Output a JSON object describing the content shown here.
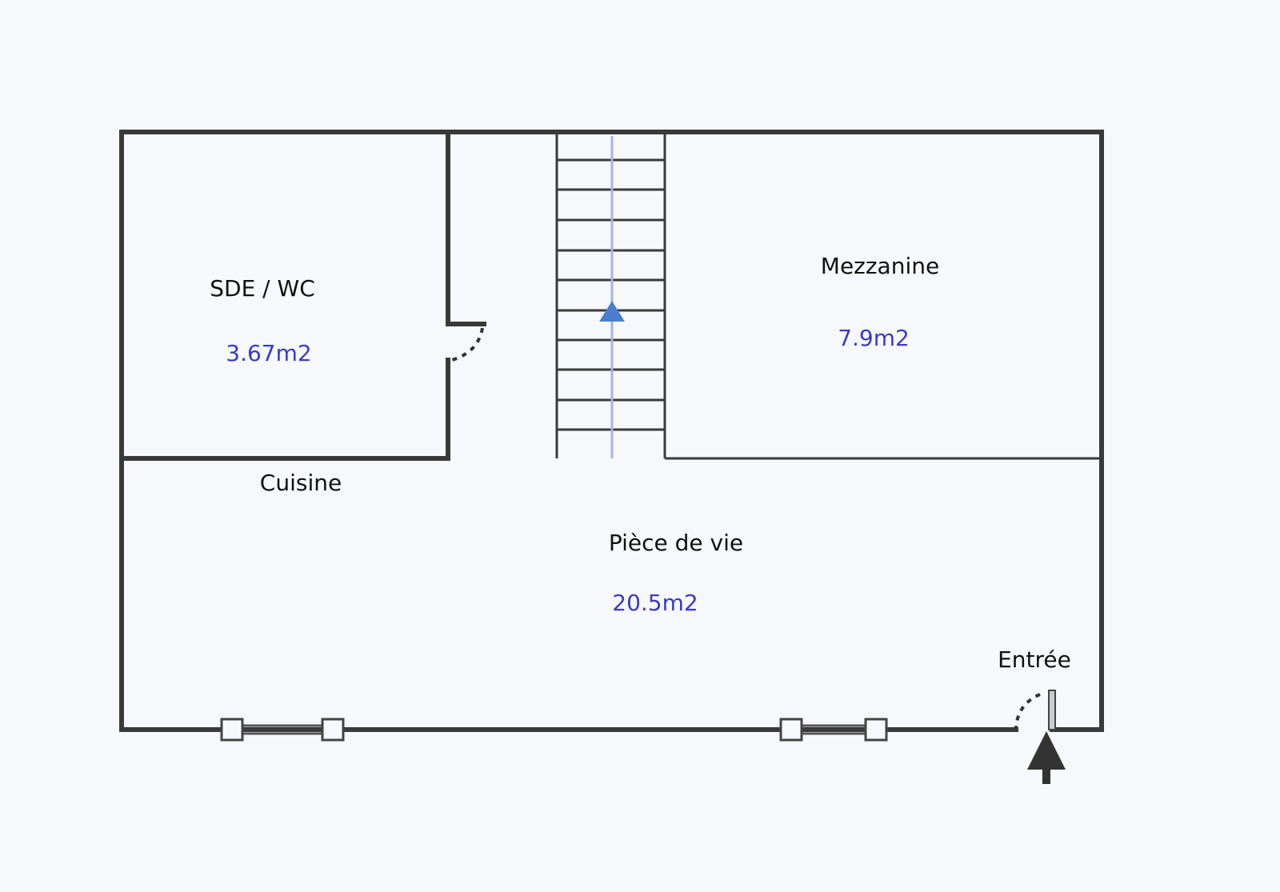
{
  "rooms": {
    "sde": {
      "name": "SDE / WC",
      "area": "3.67m2"
    },
    "mezzanine": {
      "name": "Mezzanine",
      "area": "7.9m2"
    },
    "cuisine": {
      "name": "Cuisine"
    },
    "piece_de_vie": {
      "name": "Pièce de vie",
      "area": "20.5m2"
    },
    "entree": {
      "name": "Entrée"
    }
  },
  "colors": {
    "wall": "#3a3a3a",
    "area_text": "#3b3bc4",
    "stair_arrow": "#4a7fd0",
    "background": "#f7f8fc"
  }
}
